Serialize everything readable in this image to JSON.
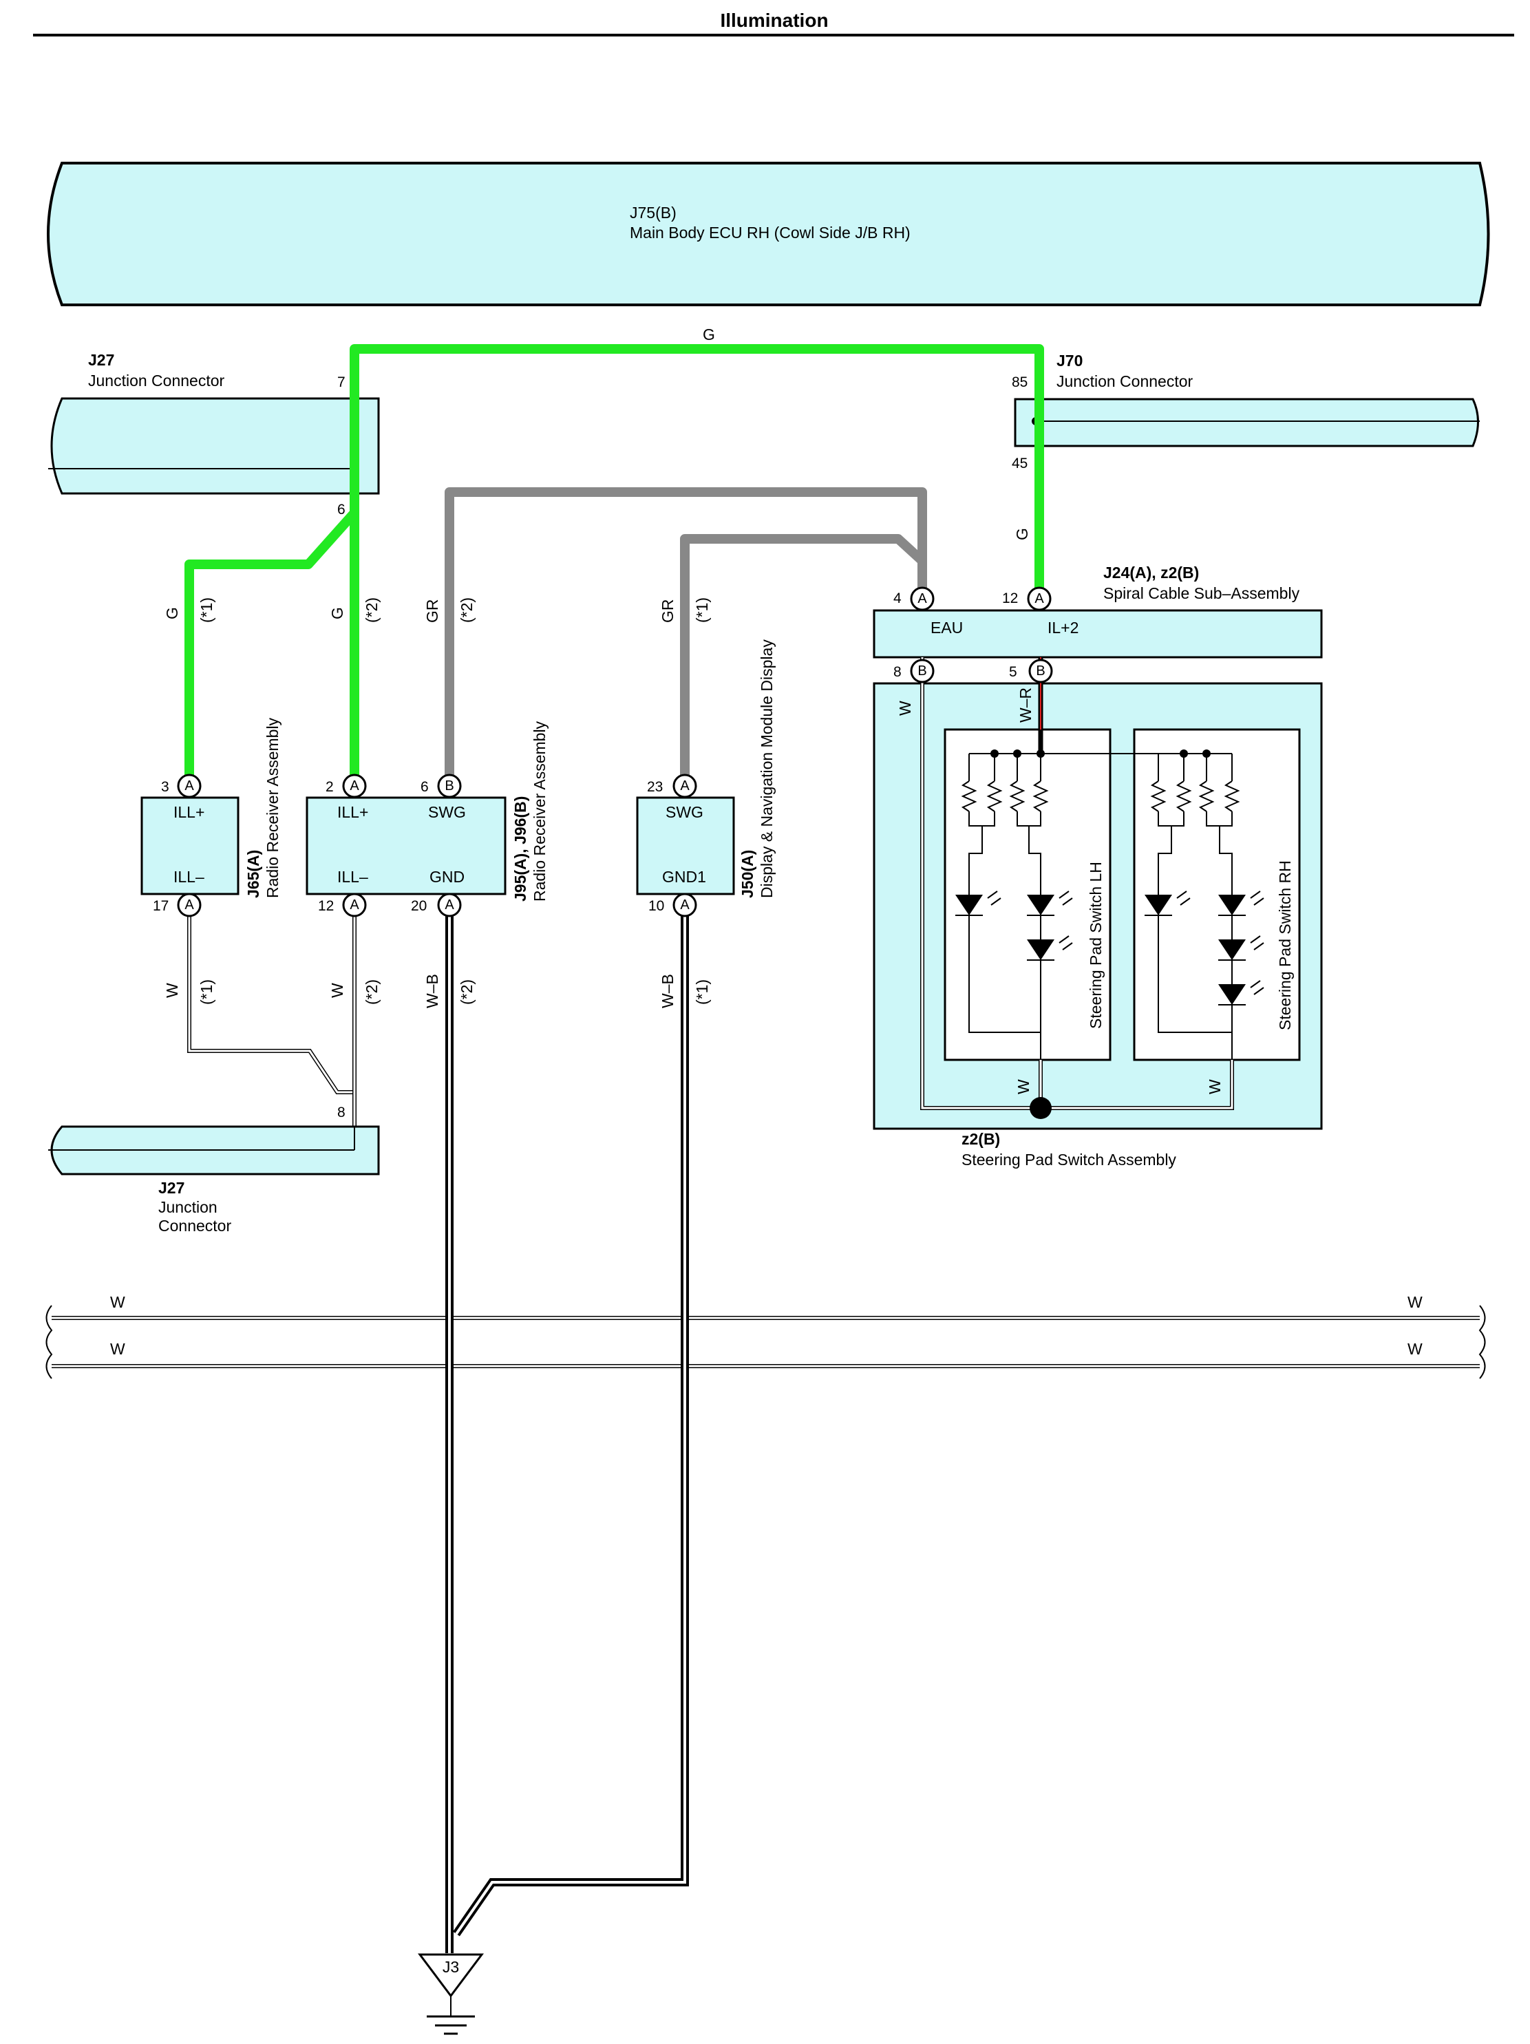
{
  "page_title": "Illumination",
  "components": {
    "j75": {
      "id": "J75(B)",
      "name": "Main Body ECU RH (Cowl Side J/B RH)"
    },
    "j27_top": {
      "id": "J27",
      "name": "Junction Connector",
      "pins": [
        "7",
        "6"
      ]
    },
    "j70": {
      "id": "J70",
      "name": "Junction Connector",
      "pins": [
        "85",
        "45"
      ]
    },
    "j24": {
      "id": "J24(A), z2(B)",
      "name": "Spiral Cable Sub–Assembly",
      "terminals": [
        "EAU",
        "IL+2"
      ],
      "pins": [
        "4",
        "12",
        "8",
        "5"
      ]
    },
    "j65": {
      "id": "J65(A)",
      "name": "Radio Receiver Assembly",
      "terminals": [
        "ILL+",
        "ILL–"
      ],
      "pins": [
        "3",
        "17"
      ]
    },
    "j95": {
      "id": "J95(A), J96(B)",
      "name": "Radio Receiver Assembly",
      "terminals": [
        "ILL+",
        "SWG",
        "ILL–",
        "GND"
      ],
      "pins": [
        "2",
        "6",
        "12",
        "20"
      ]
    },
    "j50": {
      "id": "J50(A)",
      "name": "Display & Navigation Module Display",
      "terminals": [
        "SWG",
        "GND1"
      ],
      "pins": [
        "23",
        "10"
      ]
    },
    "z2": {
      "id": "z2(B)",
      "name": "Steering Pad Switch Assembly",
      "sub_lh": "Steering Pad Switch LH",
      "sub_rh": "Steering Pad Switch RH"
    },
    "j27_bottom": {
      "id": "J27",
      "name_line1": "Junction",
      "name_line2": "Connector",
      "pin": "8"
    },
    "ground": {
      "id": "J3"
    }
  },
  "connector_letters": {
    "a": "A",
    "b": "B"
  },
  "wire_labels": {
    "g": "G",
    "gr": "GR",
    "w": "W",
    "wb": "W–B",
    "wr": "W–R",
    "note1": "(*1)",
    "note2": "(*2)"
  },
  "colors": {
    "green_wire": "#22e922",
    "gray_wire": "#888888",
    "connector_fill": "#cdf7f8",
    "red_wire": "#e02020"
  }
}
